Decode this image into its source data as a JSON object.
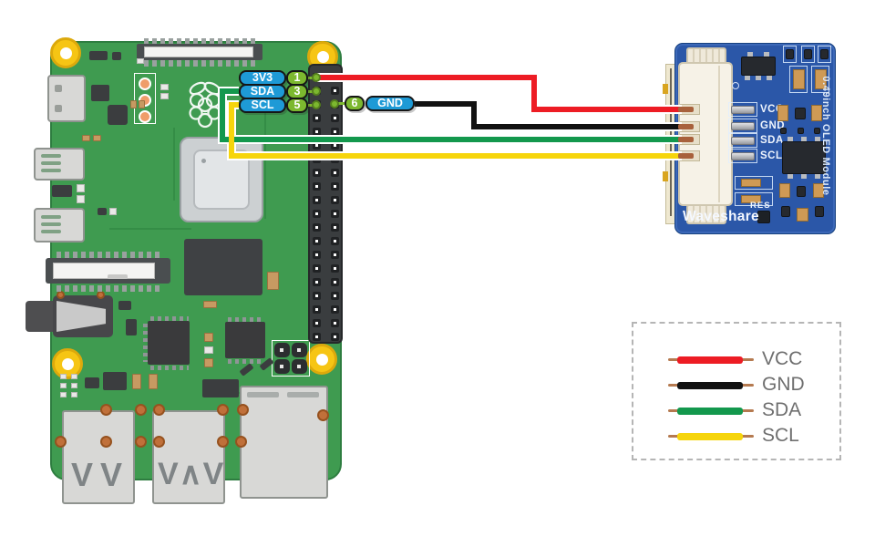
{
  "pi_labels": {
    "rows": [
      {
        "signal": "3V3",
        "pin": "1"
      },
      {
        "signal": "SDA",
        "pin": "3"
      },
      {
        "signal": "SCL",
        "pin": "5"
      }
    ],
    "gnd_row": {
      "pin": "6",
      "signal": "GND"
    }
  },
  "module": {
    "brand": "Waveshare",
    "title": "0.49inch OLED Module",
    "res": "RES",
    "pins": [
      "VCC",
      "GND",
      "SDA",
      "SCL"
    ]
  },
  "legend": {
    "items": [
      {
        "label": "VCC",
        "color": "#ed1c24"
      },
      {
        "label": "GND",
        "color": "#121212"
      },
      {
        "label": "SDA",
        "color": "#13984d"
      },
      {
        "label": "SCL",
        "color": "#f6d50c"
      }
    ]
  },
  "wires": {
    "vcc": {
      "color": "#ed1c24"
    },
    "gnd": {
      "color": "#121212"
    },
    "sda": {
      "color": "#13984d"
    },
    "scl": {
      "color": "#f6d50c"
    }
  },
  "colors": {
    "label_blue": "#1e9ad6",
    "label_green": "#7cb82f",
    "pi_pcb": "#3f9b50",
    "module_pcb": "#2b57a8"
  }
}
